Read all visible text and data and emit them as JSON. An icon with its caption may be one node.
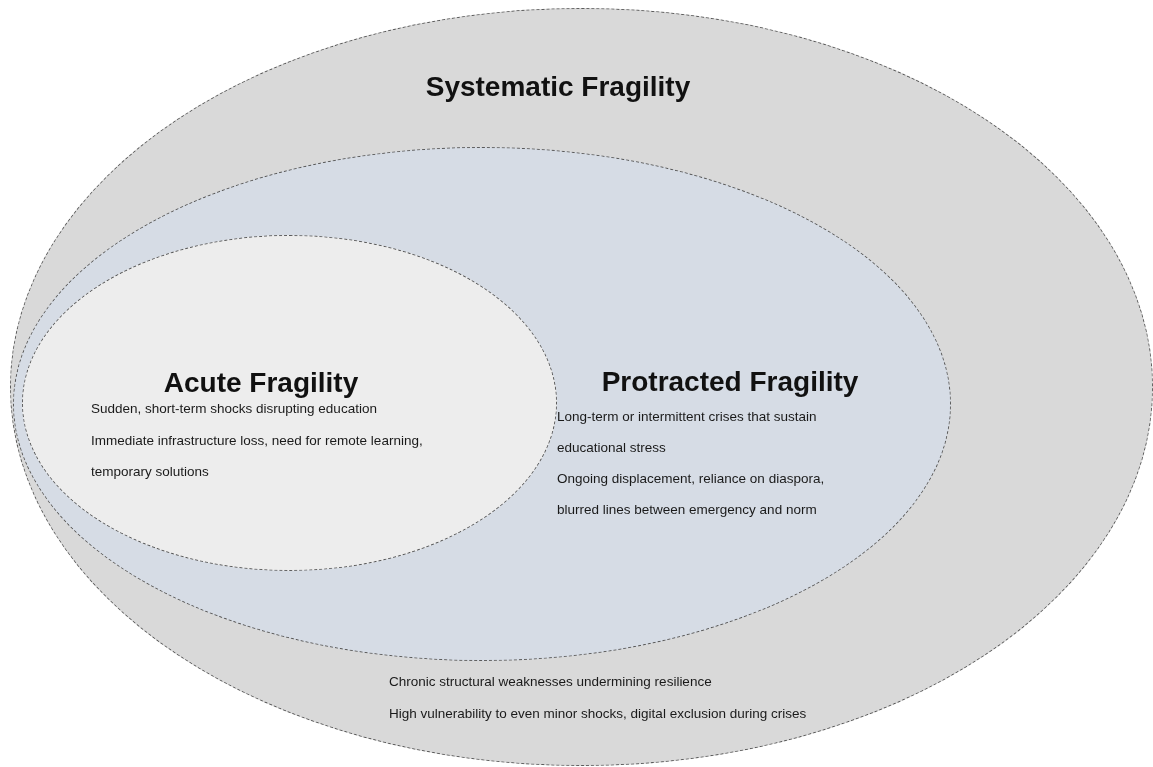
{
  "diagram": {
    "nodes": [
      {
        "text": [
          "Systematic Fragility",
          "Chronic structural weaknesses undermining resilience",
          "High vulnerability to even minor shocks, digital exclusion during crises"
        ]
      },
      {
        "text": [
          "Protracted Fragility",
          "Long-term or intermittent crises that sustain educational stress",
          "Ongoing displacement, reliance on diaspora, blurred lines between emergency and norm"
        ],
        "in": 0
      },
      {
        "text": [
          "Acute Fragility",
          "Sudden, short-term shocks disrupting education",
          "Immediate infrastructure loss, need for remote learning, temporary solutions"
        ],
        "in": 1
      }
    ]
  }
}
